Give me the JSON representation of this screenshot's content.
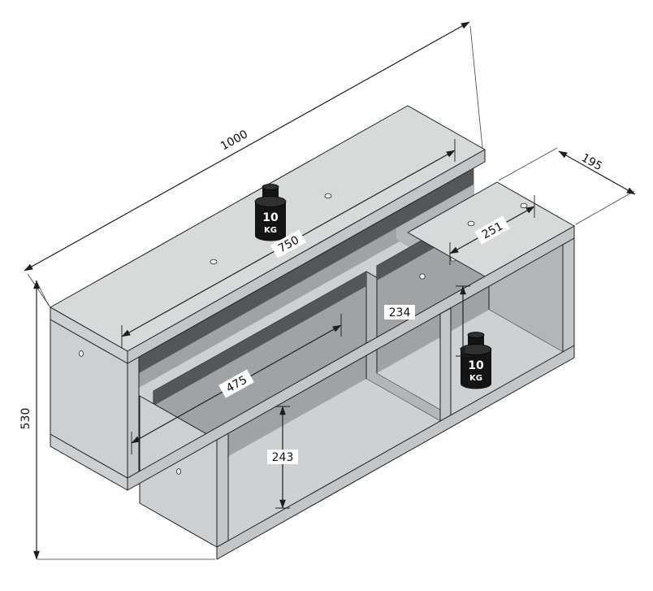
{
  "diagram": {
    "type": "furniture-dimension-drawing",
    "subject": "wall-mounted staggered cube shelf, isometric view",
    "colors": {
      "board_top": "#d7dadb",
      "board_front": "#c3c6c8",
      "board_side": "#cdd0d2",
      "interior": "#9fa3a6",
      "interior_floor": "#ced1d3",
      "interior_shadow": "#54575a",
      "inner_panel": "#b3b6b8",
      "line": "#1f1f1f",
      "weight": "#141414"
    },
    "dimensions": {
      "overall_width": {
        "label": "1000"
      },
      "depth": {
        "label": "195"
      },
      "overall_height": {
        "label": "530"
      },
      "top_compartment_width": {
        "label": "750"
      },
      "right_compartment_width": {
        "label": "251"
      },
      "upper_inner_height": {
        "label": "234"
      },
      "lower_compartment_width": {
        "label": "475"
      },
      "lower_inner_height": {
        "label": "243"
      }
    },
    "weights": [
      {
        "value": "10",
        "unit": "KG"
      },
      {
        "value": "10",
        "unit": "KG"
      }
    ]
  }
}
